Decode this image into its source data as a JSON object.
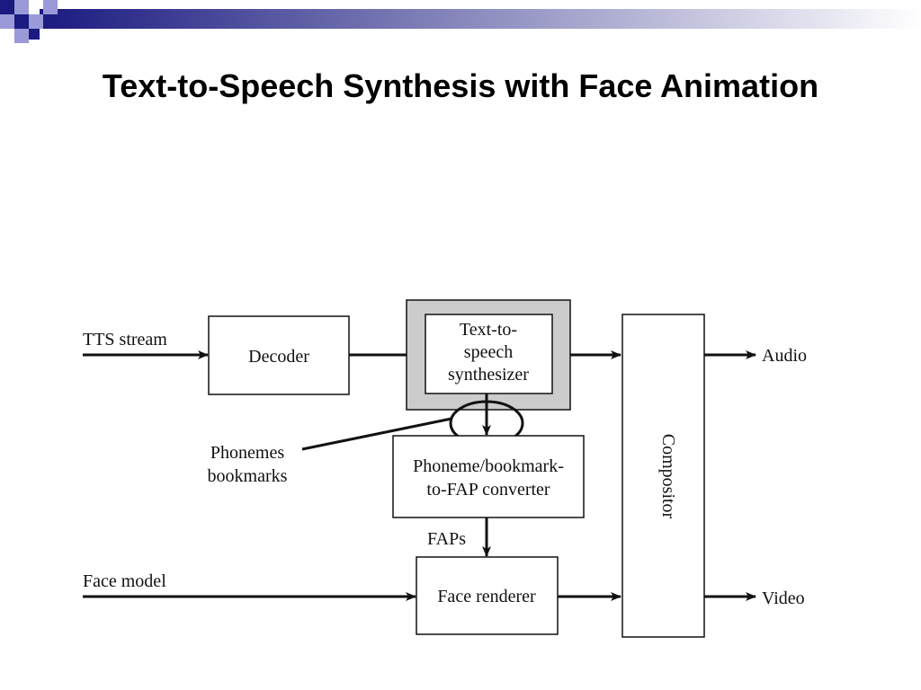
{
  "slide": {
    "title": "Text-to-Speech Synthesis with Face Animation"
  },
  "theme": {
    "band_dark": "#1a1a80",
    "band_light": "#ffffff",
    "square_dark": "#1a1a80",
    "square_light": "#9a9ad8",
    "tts_box_fill": "#cccccc"
  },
  "diagram": {
    "inputs": {
      "tts_stream": "TTS stream",
      "face_model": "Face model"
    },
    "blocks": {
      "decoder": "Decoder",
      "tts_synth": [
        "Text-to-",
        "speech",
        "synthesizer"
      ],
      "converter": [
        "Phoneme/bookmark-",
        "to-FAP converter"
      ],
      "face_renderer": "Face renderer",
      "compositor": "Compositor"
    },
    "annotations": {
      "phonemes": [
        "Phonemes",
        "bookmarks"
      ],
      "faps": "FAPs"
    },
    "outputs": {
      "audio": "Audio",
      "video": "Video"
    }
  }
}
